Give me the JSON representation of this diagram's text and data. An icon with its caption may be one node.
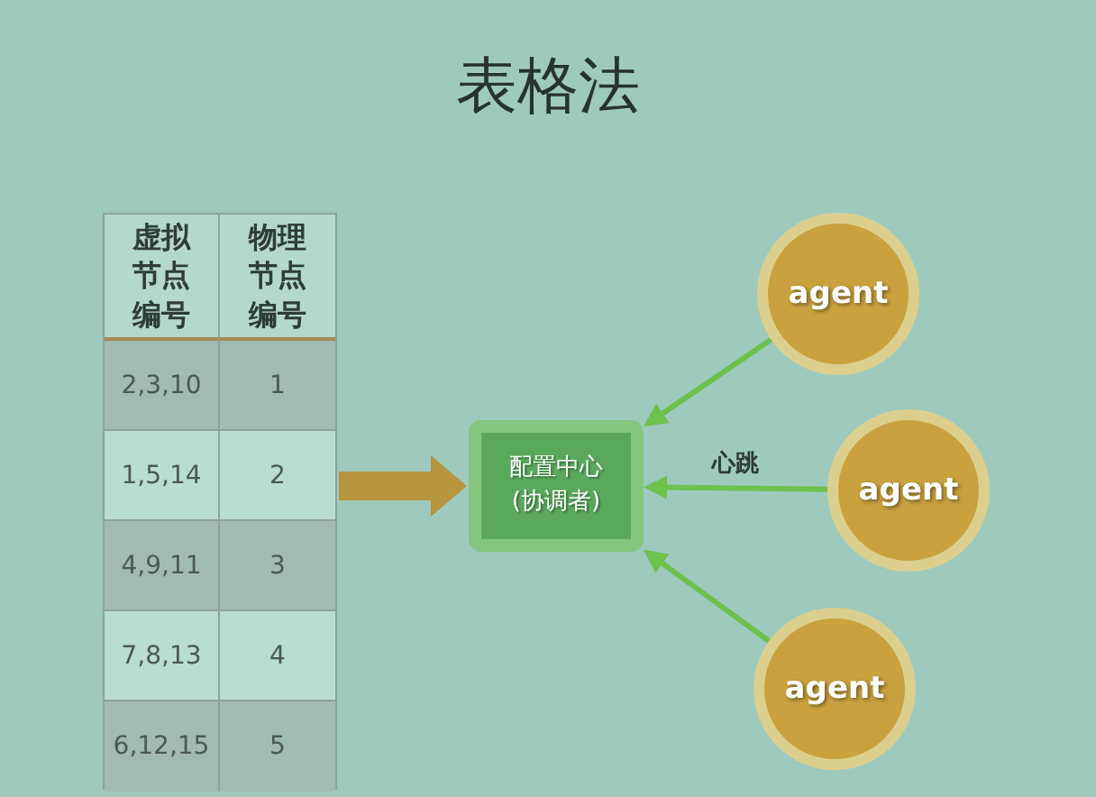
{
  "diagram": {
    "title": "表格法",
    "nodes": [
      {
        "text": [
          "虚拟节点编号",
          "物理节点编号",
          "2,3,10",
          "1",
          "1,5,14",
          "2",
          "4,9,11",
          "3",
          "7,8,13",
          "4",
          "6,12,15",
          "5"
        ]
      },
      {
        "text": [
          "配置中心(协调者)"
        ]
      },
      {
        "text": [
          "agent"
        ]
      },
      {
        "text": [
          "agent"
        ]
      },
      {
        "text": [
          "agent"
        ]
      }
    ],
    "edges": [
      {
        "from": 0,
        "to": 1,
        "arrow": "to",
        "style": "thick",
        "color": "#b8953f"
      },
      {
        "from": 2,
        "to": 1,
        "arrow": "to"
      },
      {
        "from": 3,
        "to": 1,
        "arrow": "to",
        "label": "心跳"
      },
      {
        "from": 4,
        "to": 1,
        "arrow": "to"
      }
    ]
  }
}
